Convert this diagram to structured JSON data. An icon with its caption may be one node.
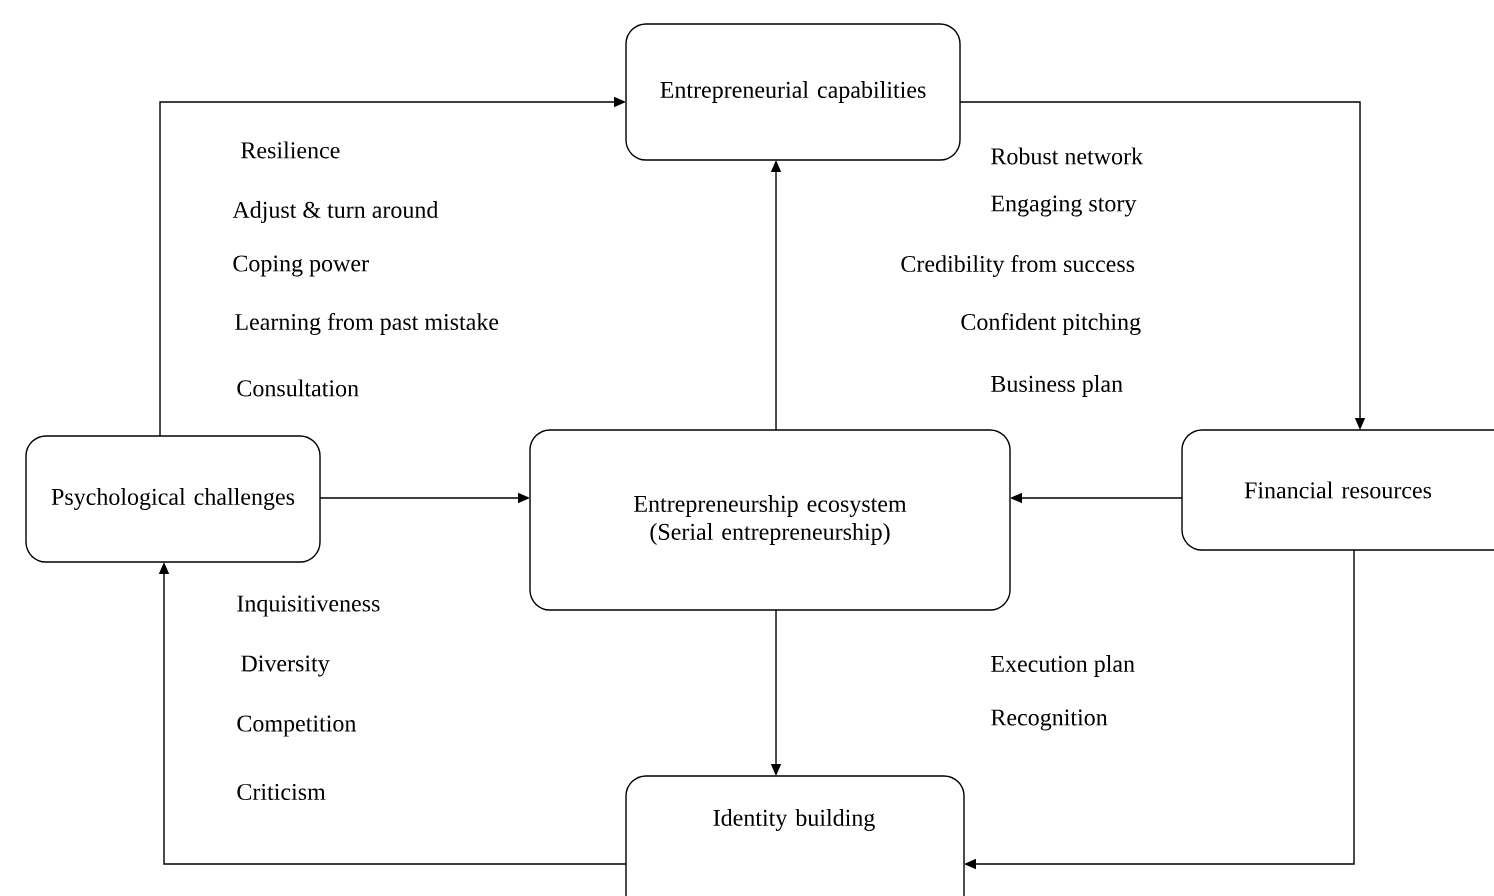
{
  "diagram": {
    "nodes": [
      {
        "text": [
          "Entrepreneurial capabilities"
        ]
      },
      {
        "text": [
          "Psychological challenges"
        ]
      },
      {
        "text": [
          "Entrepreneurship ecosystem (Serial entrepreneurship)"
        ]
      },
      {
        "text": [
          "Financial resources"
        ]
      },
      {
        "text": [
          "Identity building"
        ]
      }
    ],
    "edges": [
      {
        "from": 1,
        "to": 0,
        "arrow": "to"
      },
      {
        "from": 0,
        "to": 3,
        "arrow": "to"
      },
      {
        "from": 1,
        "to": 2,
        "arrow": "to"
      },
      {
        "from": 3,
        "to": 2,
        "arrow": "to"
      },
      {
        "from": 2,
        "to": 0,
        "arrow": "to"
      },
      {
        "from": 2,
        "to": 4,
        "arrow": "to"
      },
      {
        "from": 4,
        "to": 1,
        "arrow": "to"
      },
      {
        "from": 3,
        "to": 4,
        "arrow": "to"
      }
    ],
    "labels": [
      "Resilience",
      "Robust network",
      "Adjust & turn around",
      "Engaging story",
      "Coping power",
      "Credibility from success",
      "Learning from past mistake",
      "Confident pitching",
      "Consultation",
      "Business plan",
      "Inquisitiveness",
      "Diversity",
      "Competition",
      "Execution plan",
      "Recognition",
      "Criticism"
    ]
  }
}
